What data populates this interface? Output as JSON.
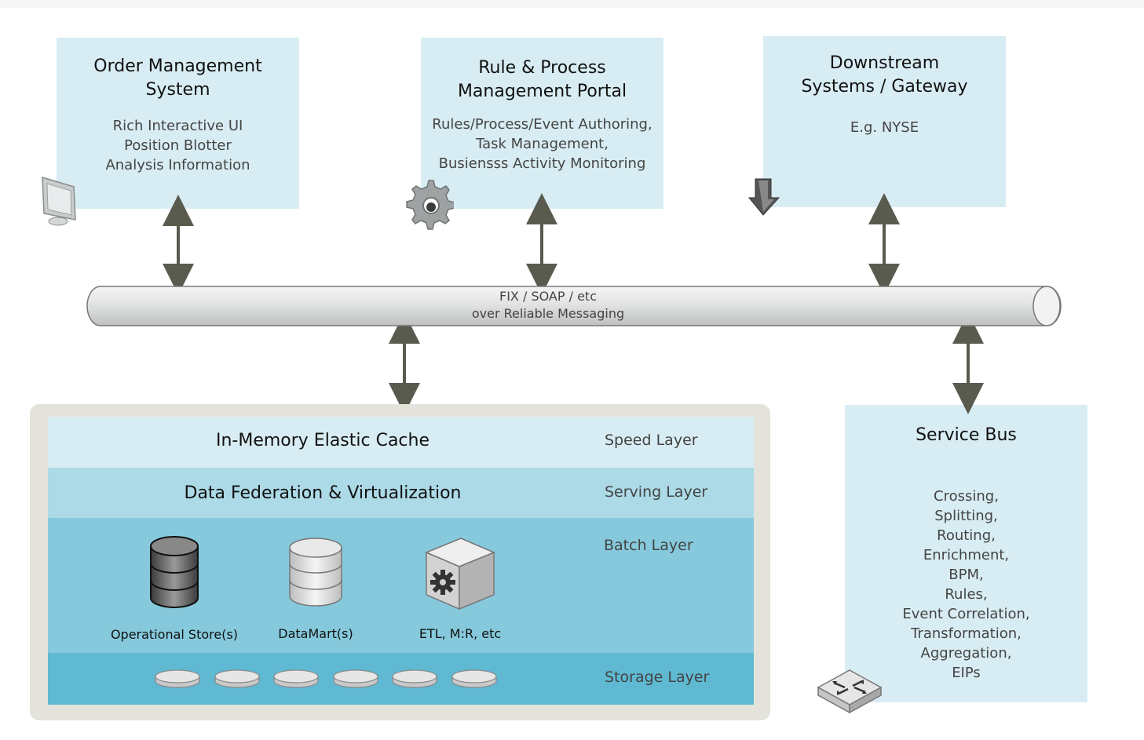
{
  "boxes": {
    "oms": {
      "title": "Order Management\nSystem",
      "desc": "Rich Interactive UI\nPosition Blotter\nAnalysis Information"
    },
    "rpm": {
      "title": "Rule & Process\nManagement Portal",
      "desc": "Rules/Process/Event Authoring,\nTask Management,\nBusiensss Activity Monitoring"
    },
    "downstream": {
      "title": "Downstream\nSystems / Gateway",
      "desc": "E.g. NYSE"
    },
    "service_bus": {
      "title": "Service Bus",
      "desc": "Crossing,\nSplitting,\nRouting,\nEnrichment,\nBPM,\nRules,\nEvent Correlation,\nTransformation,\nAggregation,\nEIPs"
    }
  },
  "bus": {
    "line1": "FIX / SOAP / etc",
    "line2": "over Reliable Messaging"
  },
  "layers": {
    "speed": {
      "name": "In-Memory Elastic Cache",
      "label": "Speed Layer"
    },
    "serving": {
      "name": "Data Federation & Virtualization",
      "label": "Serving Layer"
    },
    "batch": {
      "label": "Batch Layer"
    },
    "storage": {
      "label": "Storage Layer"
    }
  },
  "batch_items": {
    "ops": "Operational Store(s)",
    "datamart": "DataMart(s)",
    "etl": "ETL, M:R, etc"
  },
  "icons": [
    "monitor-icon",
    "gear-icon",
    "arrow-down-icon",
    "router-icon",
    "database-dark-icon",
    "database-light-icon",
    "server-gear-icon",
    "disk-icon"
  ],
  "colors": {
    "box": "#d8edf3",
    "speed": "#d8edf3",
    "serving": "#acdae6",
    "batch": "#86c9dc",
    "storage": "#5fb9d3",
    "frame": "#e3e3dc",
    "arrow": "#5a5b4f"
  }
}
